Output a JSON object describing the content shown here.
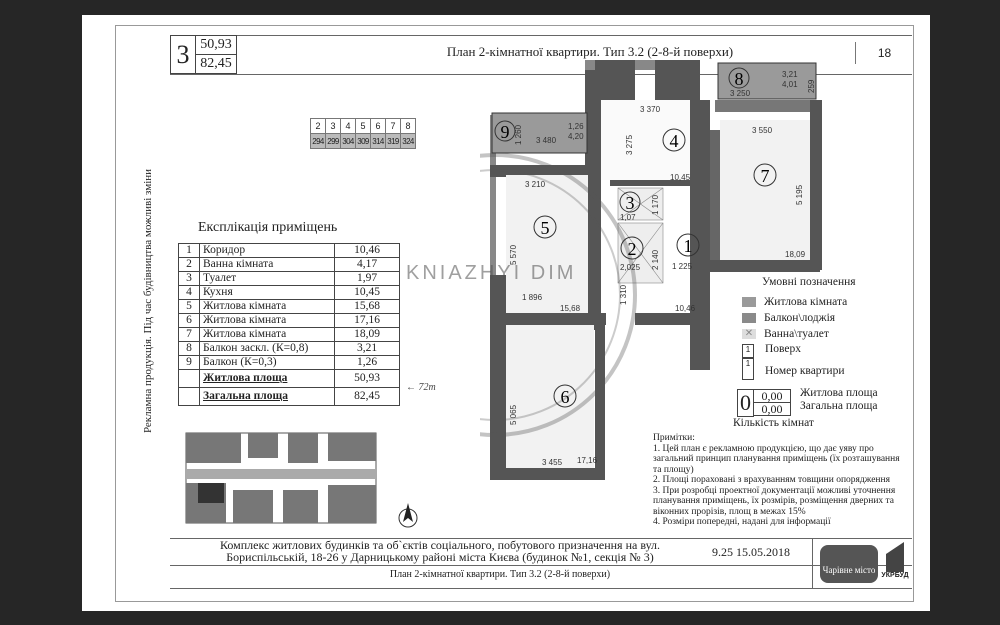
{
  "header": {
    "rooms_count": "3",
    "living_area": "50,93",
    "total_area": "82,45",
    "title": "План 2-кімнатної квартири. Тип 3.2 (2-8-й поверхи)",
    "page_number": "18"
  },
  "side_note": "Рекламна продукція. Під час будівництва можливі зміни",
  "floors_table": {
    "floors": [
      "2",
      "3",
      "4",
      "5",
      "6",
      "7",
      "8"
    ],
    "apartments": [
      "294",
      "299",
      "304",
      "309",
      "314",
      "319",
      "324"
    ]
  },
  "explication": {
    "title": "Експлікація приміщень",
    "rows": [
      {
        "n": "1",
        "name": "Коридор",
        "area": "10,46"
      },
      {
        "n": "2",
        "name": "Ванна кімната",
        "area": "4,17"
      },
      {
        "n": "3",
        "name": "Туалет",
        "area": "1,97"
      },
      {
        "n": "4",
        "name": "Кухня",
        "area": "10,45"
      },
      {
        "n": "5",
        "name": "Житлова кімната",
        "area": "15,68"
      },
      {
        "n": "6",
        "name": "Житлова кімната",
        "area": "17,16"
      },
      {
        "n": "7",
        "name": "Житлова кімната",
        "area": "18,09"
      },
      {
        "n": "8",
        "name": "Балкон заскл. (К=0,8)",
        "area": "3,21"
      },
      {
        "n": "9",
        "name": "Балкон (К=0,3)",
        "area": "1,26"
      }
    ],
    "living_label": "Житлова площа",
    "living_value": "50,93",
    "total_label": "Загальна площа",
    "total_value": "82,45",
    "handwritten_note": "← 72m"
  },
  "plan": {
    "rooms": {
      "r1": "1",
      "r2": "2",
      "r3": "3",
      "r4": "4",
      "r5": "5",
      "r6": "6",
      "r7": "7",
      "r8": "8",
      "r9": "9"
    },
    "dims": {
      "d3370": "3 370",
      "d3275": "3 275",
      "d1045": "10,45",
      "d3550": "3 550",
      "d5195": "5 195",
      "d1809": "18,09",
      "d3250": "3 250",
      "d321": "3,21",
      "d401": "4,01",
      "d259": "259",
      "d3480": "3 480",
      "d1260": "1 260",
      "d126": "1,26",
      "d420": "4,20",
      "d3210": "3 210",
      "d5570": "5 570",
      "d1896": "1 896",
      "d1568": "15,68",
      "d1310": "1 310",
      "d1046": "10,46",
      "d1225": "1 225",
      "d2025": "2,025",
      "d1170": "1 170",
      "d107": "1,07",
      "d2140": "2 140",
      "d5065": "5 065",
      "d3455": "3 455",
      "d1716": "17,16"
    },
    "watermark": "KNIAZHYI DIM"
  },
  "legend": {
    "title": "Умовні позначення",
    "items": [
      "Житлова кімната",
      "Балкон\\лоджія",
      "Ванна\\туалет",
      "Поверх",
      "Номер квартири"
    ],
    "floor_sample": "1",
    "apt_sample": "1",
    "rooms_sample": "0",
    "living_sample": "0,00",
    "total_sample": "0,00",
    "living_label": "Житлова площа",
    "total_label": "Загальна площа",
    "rooms_label": "Кількість кімнат",
    "colors": {
      "living": "#9a9a9a",
      "balcony": "#8a8a8a",
      "bath": "#dddddd"
    }
  },
  "notes": {
    "title": "Примітки:",
    "items": [
      "1. Цей план є рекламною продукцією, що дає уяву про загальний принцип планування приміщень (їх розташування та площу)",
      "2. Площі пораховані з врахуванням товщини опорядження",
      "3. При розробці проектної документації можливі уточнення планування приміщень, їх розмірів, розміщення дверних та віконних прорізів, площ в межах 15%",
      "4. Розміри попередні, надані для інформації"
    ],
    "stamp": "9.25 15.05.2018"
  },
  "footer": {
    "line1": "Комплекс житлових будинків та об`єктів соціального, побутового призначення на вул.",
    "line2": "Бориспільській, 18-26 у Дарницькому районі міста Києва (будинок №1, секція № 3)",
    "subtitle": "План 2-кімнатної квартири. Тип 3.2 (2-8-й поверхи)",
    "logo1": "Чарівне місто",
    "logo2": "УКРБУД"
  }
}
